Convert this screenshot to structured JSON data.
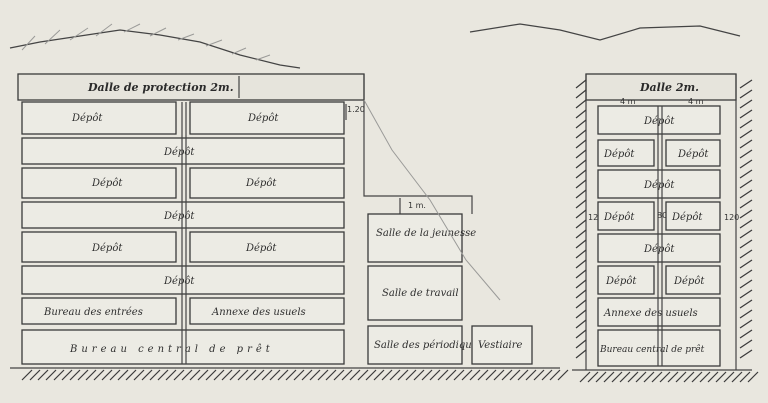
{
  "left_section": {
    "top_label": "Dalle de protection 2m.",
    "dim_slab_edge": "1.20",
    "dim_step": "1 m.",
    "rooms": {
      "depot": "Dépôt",
      "salle_jeunesse": "Salle de la jeunesse",
      "salle_travail": "Salle de travail",
      "salle_periodiques": "Salle des périodiques",
      "vestiaire": "Vestiaire",
      "bureau_entrees": "Bureau des entrées",
      "annexe_usuels": "Annexe des usuels",
      "bureau_central": "Bureau central de prêt"
    }
  },
  "right_section": {
    "top_label": "Dalle 2m.",
    "dim_width": "4 m",
    "dim_side": "120",
    "dim_mid": "80",
    "rooms": {
      "depot": "Dépôt",
      "annexe_usuels": "Annexe des usuels",
      "bureau_central": "Bureau central de prêt"
    }
  }
}
